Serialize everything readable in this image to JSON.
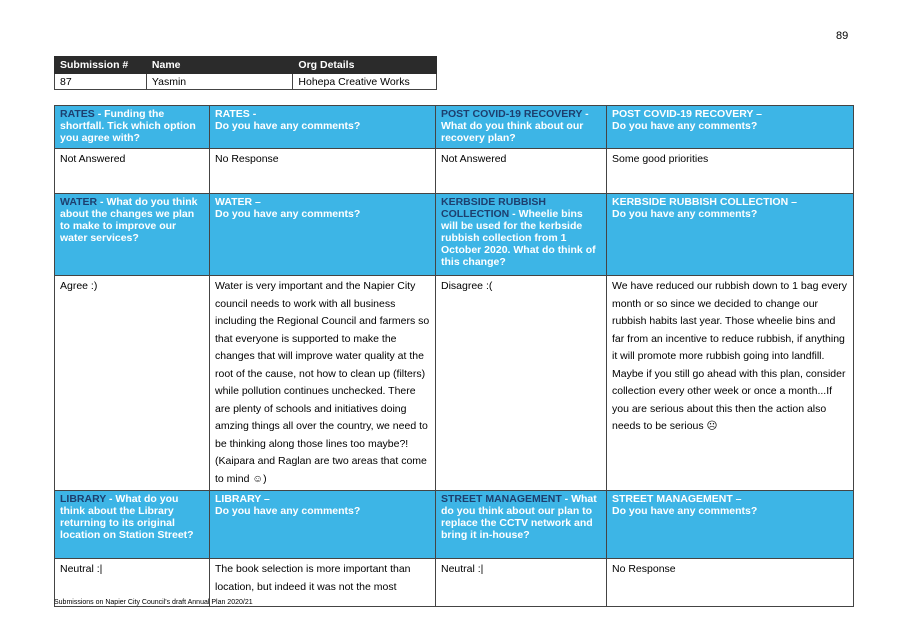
{
  "page_number": "89",
  "submission": {
    "headers": [
      "Submission #",
      "Name",
      "Org Details"
    ],
    "values": [
      "87",
      "Yasmin",
      "Hohepa Creative Works"
    ]
  },
  "sections": [
    {
      "headers": [
        {
          "lead": "RATES",
          "rest": " - Funding the shortfall. Tick which option you agree with?"
        },
        {
          "lead": "",
          "rest": "RATES -\nDo you have any comments?"
        },
        {
          "lead": "POST COVID-19 RECOVERY",
          "rest": " - What do you think about our recovery plan?"
        },
        {
          "lead": "",
          "rest": "POST COVID-19 RECOVERY –\nDo you have any comments?"
        }
      ],
      "answers": [
        "Not Answered",
        "No Response",
        "Not Answered",
        "Some good priorities"
      ]
    },
    {
      "headers": [
        {
          "lead": "WATER",
          "rest": " - What do you think about the changes we plan to make to improve our water services?"
        },
        {
          "lead": "",
          "rest": "WATER –\nDo you have any comments?"
        },
        {
          "lead": "KERBSIDE RUBBISH COLLECTION",
          "rest": " - Wheelie bins will be used for the kerbside rubbish collection from 1 October 2020. What do think of this change?"
        },
        {
          "lead": "",
          "rest": "KERBSIDE RUBBISH COLLECTION –\nDo you have any comments?"
        }
      ],
      "answers": [
        "Agree :)",
        "Water is very important and the Napier City council needs to work with all business including the Regional Council and farmers so that everyone is supported to make the changes that will improve water quality at the root of the cause, not how to clean up (filters) while pollution continues unchecked. There are plenty of schools and initiatives doing amzing things all over the country, we need to be thinking along those lines too maybe?! (Kaipara and Raglan are two areas that come to mind ☺)",
        "Disagree :(",
        "We have reduced our rubbish down to 1 bag every month or so since we decided to change our rubbish habits last year. Those wheelie bins and far from an incentive to reduce rubbish, if anything it will promote more rubbish going into landfill. Maybe if you still go ahead with this plan, consider collection every other week or once a month...If you are serious about this then the action also needs to be serious ☹"
      ]
    },
    {
      "headers": [
        {
          "lead": "LIBRARY",
          "rest": " - What do you think about the Library returning to its original location on Station Street?"
        },
        {
          "lead": "",
          "rest": "LIBRARY –\nDo you have any comments?"
        },
        {
          "lead": "STREET MANAGEMENT",
          "rest": " - What do you think about our plan to replace the CCTV network and bring it in-house?"
        },
        {
          "lead": "",
          "rest": "STREET MANAGEMENT –\nDo you have any comments?"
        }
      ],
      "answers": [
        "Neutral :|",
        "The book selection is more important than location, but indeed it was not the most",
        "Neutral :|",
        "No Response"
      ]
    }
  ],
  "footer": "Submissions on Napier City Council's draft Annual Plan 2020/21"
}
